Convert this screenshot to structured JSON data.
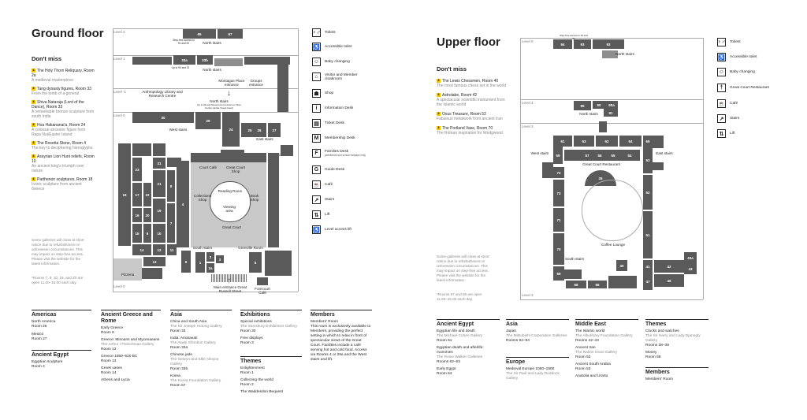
{
  "ground": {
    "title": "Ground floor",
    "dont_miss_title": "Don't miss",
    "dont_miss": [
      {
        "badge": "4",
        "title": "The Holy Thorn Reliquary, Room 2a",
        "sub": "A medieval masterpiece"
      },
      {
        "badge": "4",
        "title": "Tang dynasty figures, Room 33",
        "sub": "From the tomb of a general"
      },
      {
        "badge": "4",
        "title": "Shiva Nataraja (Lord of the Dance), Room 33",
        "sub": "A remarkable bronze sculpture from south India"
      },
      {
        "badge": "4",
        "title": "Hoa Hakananai'a, Room 24",
        "sub": "A colossal ancestor figure from Rapa Nui/Easter Island"
      },
      {
        "badge": "4",
        "title": "The Rosetta Stone, Room 4",
        "sub": "The key to deciphering hieroglyphs"
      },
      {
        "badge": "4",
        "title": "Assyrian Lion Hunt reliefs, Room 10",
        "sub": "An ancient king's triumph over nature"
      },
      {
        "badge": "4",
        "title": "Parthenon sculptures, Room 18",
        "sub": "Iconic sculpture from ancient Greece"
      }
    ],
    "note": "Some galleries will close at short notice due to refurbishment or unforeseen circumstances. This may impact on step-free access. Please visit the website for the latest information.",
    "note2": "*Rooms 7, 9, 10, 19, and 20 are open 11.00–15.00 each day.",
    "levels": [
      "Level 2",
      "Level 1",
      "Level -1",
      "Level 0"
    ],
    "level_zero": "Level 0",
    "labels": {
      "north_stairs": "North stairs",
      "north_stairs2": "North stairs",
      "montague": "Montague Place entrance",
      "groups": "Groups entrance",
      "anthro": "Anthropology Library and Research Centre",
      "north_stairs3": "North stairs",
      "north_stairs3_sub": "Up to 90 and Great Court & down to Clore Centre (under Great Court)",
      "west_stairs": "West stairs",
      "east_stairs": "East stairs",
      "court_cafe": "Court Café",
      "court_cafe2": "Court Cafe",
      "gc_shop": "Great Court Shop",
      "collections_shop": "Collections Shop",
      "reading_room": "Reading Room",
      "book_shop": "Book Shop",
      "viewing_area": "Viewing area",
      "great_court": "Great Court",
      "south_stairs": "South stairs",
      "grenville": "Grenville Room",
      "pizzeria": "Pizzeria",
      "main_entrance": "Main entrance Great Russell Street",
      "forecourt": "Forecourt Café",
      "stepfree": "Step-free access to 91 and 92",
      "lift_note": "Up to 90 and 91"
    },
    "rooms": {
      "r65": "65",
      "r67": "67",
      "r33a": "33a",
      "r33b": "33b",
      "r30": "30",
      "r29": "29",
      "r24": "24",
      "r26": "26",
      "r27": "27",
      "r18": "18",
      "r31": "31",
      "r21": "21",
      "r23": "23",
      "r22": "22",
      "r20": "20",
      "r19": "19",
      "r17": "17",
      "r16": "16",
      "r15": "15",
      "r9": "9",
      "r10": "10",
      "r7": "7",
      "r8": "8",
      "r6": "6",
      "r4": "4",
      "r1": "1",
      "r2": "2",
      "r3": "3",
      "r5": "5",
      "r11": "11",
      "r12": "12",
      "r13": "13",
      "r14": "14",
      "r35": "35",
      "r33": "33",
      "r2a": "2a",
      "r25": "25"
    }
  },
  "legend": [
    {
      "icon": "toilets-icon",
      "glyph": "♀♂",
      "label": "Toilets"
    },
    {
      "icon": "accessible-toilet-icon",
      "glyph": "♿",
      "label": "Accessible toilet"
    },
    {
      "icon": "baby-changing-icon",
      "glyph": "☺",
      "label": "Baby changing"
    },
    {
      "icon": "cloakroom-icon",
      "glyph": "⌂",
      "label": "Visitor and Member cloakroom"
    },
    {
      "icon": "shop-icon",
      "glyph": "☗",
      "label": "Shop"
    },
    {
      "icon": "information-desk-icon",
      "glyph": "i",
      "label": "Information Desk"
    },
    {
      "icon": "ticket-desk-icon",
      "glyph": "▤",
      "label": "Ticket Desk"
    },
    {
      "icon": "membership-desk-icon",
      "glyph": "M",
      "label": "Membership Desk"
    },
    {
      "icon": "families-desk-icon",
      "glyph": "F",
      "label": "Families Desk",
      "sub": "(weekends and school holidays only)"
    },
    {
      "icon": "guide-desk-icon",
      "glyph": "G",
      "label": "Guide Desk"
    },
    {
      "icon": "cafe-icon",
      "glyph": "☕",
      "label": "Café"
    },
    {
      "icon": "stairs-icon",
      "glyph": "↗",
      "label": "Stairs"
    },
    {
      "icon": "lift-icon",
      "glyph": "⇅",
      "label": "Lift"
    },
    {
      "icon": "level-access-lift-icon",
      "glyph": "♿",
      "label": "Level access lift"
    }
  ],
  "ground_cats": [
    {
      "h": "Americas",
      "items": [
        {
          "t": "North America"
        },
        {
          "t": "Room 26"
        },
        {
          "t": "Mexico"
        },
        {
          "t": "Room 27"
        }
      ]
    },
    {
      "h": "Ancient Egypt",
      "items": [
        {
          "t": "Egyptian sculpture"
        },
        {
          "t": "Room 4"
        }
      ]
    },
    {
      "h": "Ancient Greece and Rome",
      "items": [
        {
          "t": "Early Greece"
        },
        {
          "t": "Room 6"
        },
        {
          "t": "Greece: Minoans and Mycenaeans"
        },
        {
          "t": "The Arthur I Fleischman Gallery",
          "g": true
        },
        {
          "t": "Room 12"
        },
        {
          "t": "Greece 1050–520 BC"
        },
        {
          "t": "Room 13"
        },
        {
          "t": "Greek vases"
        },
        {
          "t": "Room 14"
        },
        {
          "t": "Athens and Lycia"
        }
      ]
    },
    {
      "h": "Asia",
      "items": [
        {
          "t": "China and South Asia"
        },
        {
          "t": "The Sir Joseph Hotung Gallery",
          "g": true
        },
        {
          "t": "Room 33"
        },
        {
          "t": "India: Amaravati"
        },
        {
          "t": "The Asahi Shimbun Gallery",
          "g": true
        },
        {
          "t": "Room 33a"
        },
        {
          "t": "Chinese jade"
        },
        {
          "t": "The Selwyn and Ellie Alleyne Gallery",
          "g": true
        },
        {
          "t": "Room 33b"
        },
        {
          "t": "Korea"
        },
        {
          "t": "The Korea Foundation Gallery",
          "g": true
        },
        {
          "t": "Room 67"
        }
      ]
    },
    {
      "h": "Exhibitions",
      "items": [
        {
          "t": "Special exhibitions"
        },
        {
          "t": "The Sainsbury Exhibitions Gallery",
          "g": true
        },
        {
          "t": "Room 30"
        },
        {
          "t": "Free displays"
        },
        {
          "t": "Room 3"
        }
      ]
    },
    {
      "h": "Themes",
      "items": [
        {
          "t": "Enlightenment"
        },
        {
          "t": "Room 1"
        },
        {
          "t": "Collecting the world"
        },
        {
          "t": "Room 2"
        },
        {
          "t": "The Waddesdon Bequest"
        }
      ]
    },
    {
      "h": "Members",
      "items": [
        {
          "t": "Members' Room"
        },
        {
          "t": "This room is exclusively available to Members, providing the perfect setting in which to relax in front of spectacular views of the Great Court. Facilities include a café serving hot and cold food. Access via Rooms 4 or 29a and the West stairs and lift."
        }
      ]
    }
  ],
  "upper": {
    "title": "Upper floor",
    "dont_miss_title": "Don't miss",
    "dont_miss": [
      {
        "badge": "4",
        "title": "The Lewis Chessmen, Room 40",
        "sub": "The most famous chess set in the world"
      },
      {
        "badge": "4",
        "title": "Astrolabe, Room 42",
        "sub": "A spectacular scientific instrument from the Islamic world"
      },
      {
        "badge": "4",
        "title": "Oxus Treasure, Room 52",
        "sub": "Fabulous metalwork from ancient Iran"
      },
      {
        "badge": "4",
        "title": "The Portland Vase, Room 70",
        "sub": "The Roman inspiration for Wedgwood"
      }
    ],
    "note": "Some galleries will close at short notice due to refurbishment or unforeseen circumstances. This may impact on step-free access. Please visit the website for the latest information.",
    "note2": "*Rooms 67 and 58 are open 11.00–15.00 each day.",
    "levels": [
      "Level 5",
      "Level 4",
      "Level 3",
      "Level 3"
    ],
    "labels": {
      "north_stairs": "North stairs",
      "north_stairs2": "North stairs",
      "west_stairs": "West stairs",
      "east_stairs": "East stairs",
      "gc_restaurant": "Great Court Restaurant",
      "coffee": "Coffee Lounge",
      "south_stairs": "South stairs",
      "stepfree": "Step-free access to 91 and 92",
      "level3_note": "Level 3 Up to 90 and 91"
    },
    "rooms": {
      "r94": "94",
      "r93": "93",
      "r92": "92",
      "r95": "95",
      "r90": "90",
      "r90a": "90a",
      "r91": "91",
      "r61": "61",
      "r63": "63",
      "r64": "64",
      "r65": "65",
      "r62": "62",
      "r59": "59",
      "r56": "56",
      "r55": "55",
      "r54": "54",
      "r53": "53",
      "r52": "52",
      "r51": "51",
      "r72": "72",
      "r73": "73",
      "r71": "71",
      "r70": "70",
      "r69": "69",
      "r68": "68",
      "r66": "66",
      "r41": "41",
      "r40": "40",
      "r42": "42",
      "r43": "43",
      "r43a": "43a",
      "r46": "46",
      "r47": "47",
      "r35": "35",
      "r58": "58",
      "r57": "57",
      "r60": "60",
      "r67": "67",
      "r38": "38"
    }
  },
  "upper_legend": [
    {
      "icon": "toilets-icon",
      "glyph": "♀♂",
      "label": "Toilets"
    },
    {
      "icon": "accessible-toilet-icon",
      "glyph": "♿",
      "label": "Accessible toilet"
    },
    {
      "icon": "baby-changing-icon",
      "glyph": "☺",
      "label": "Baby changing"
    },
    {
      "icon": "restaurant-icon",
      "glyph": "†",
      "label": "Great Court Restaurant"
    },
    {
      "icon": "cafe-icon",
      "glyph": "☕",
      "label": "Café"
    },
    {
      "icon": "stairs-icon",
      "glyph": "↗",
      "label": "Stairs"
    },
    {
      "icon": "lift-icon",
      "glyph": "⇅",
      "label": "Lift"
    }
  ],
  "upper_cats": [
    {
      "h": "Ancient Egypt",
      "items": [
        {
          "t": "Egyptian life and death"
        },
        {
          "t": "The Michael Cohen Gallery",
          "g": true
        },
        {
          "t": "Room 61"
        },
        {
          "t": "Egyptian death and afterlife: mummies"
        },
        {
          "t": "The Roxie Walker Galleries",
          "g": true
        },
        {
          "t": "Rooms 62–63"
        },
        {
          "t": "Early Egypt"
        },
        {
          "t": "Room 64"
        }
      ]
    },
    {
      "h": "Asia",
      "items": [
        {
          "t": "Japan"
        },
        {
          "t": "The Mitsubishi Corporation Galleries",
          "g": true
        },
        {
          "t": "Rooms 92–94"
        }
      ]
    },
    {
      "h": "Europe",
      "items": [
        {
          "t": "Medieval Europe 1050–1500"
        },
        {
          "t": "The Sir Paul and Lady Ruddock Gallery",
          "g": true
        }
      ]
    },
    {
      "h": "Middle East",
      "items": [
        {
          "t": "The Islamic world"
        },
        {
          "t": "The Albukhary Foundation Gallery",
          "g": true
        },
        {
          "t": "Rooms 42–43"
        },
        {
          "t": "Ancient Iran"
        },
        {
          "t": "The Rahim Irvani Gallery",
          "g": true
        },
        {
          "t": "Room 52"
        },
        {
          "t": "Ancient South Arabia"
        },
        {
          "t": "Room 53"
        },
        {
          "t": "Anatolia and Urartu"
        }
      ]
    },
    {
      "h": "Themes",
      "items": [
        {
          "t": "Clocks and watches"
        },
        {
          "t": "The Sir Harry and Lady Djanogly Gallery",
          "g": true
        },
        {
          "t": "Rooms 38–39"
        },
        {
          "t": "Money"
        },
        {
          "t": "Room 68"
        }
      ]
    },
    {
      "h": "Members",
      "items": [
        {
          "t": "Members' Room"
        }
      ]
    }
  ]
}
